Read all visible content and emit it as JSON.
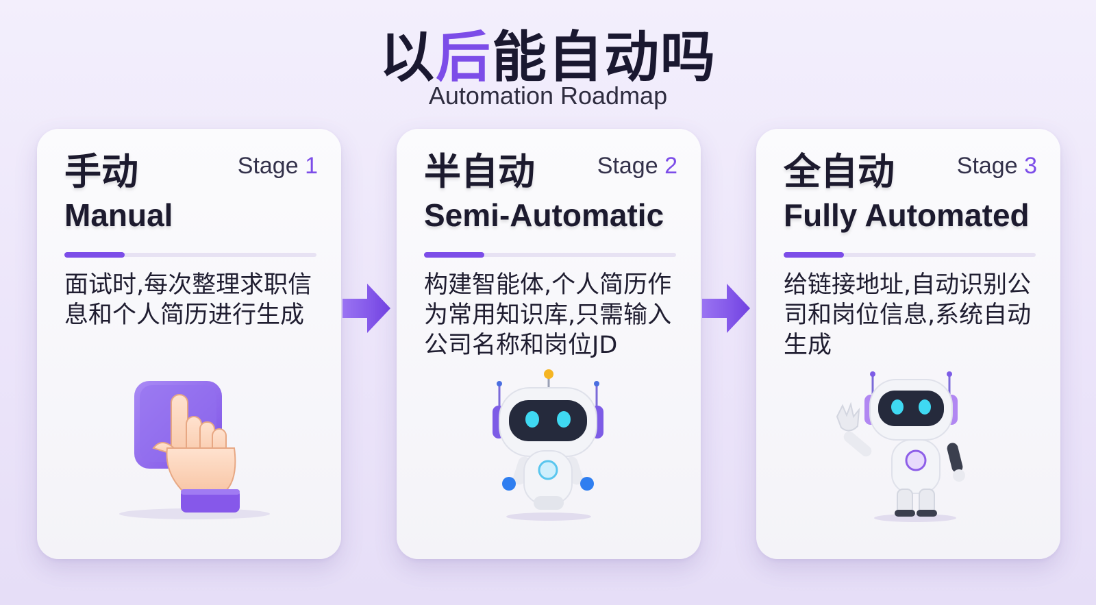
{
  "header": {
    "title_part1": "以",
    "title_highlight": "后",
    "title_part2": "能自动吗",
    "subtitle": "Automation Roadmap"
  },
  "colors": {
    "accent": "#7c4de8",
    "text": "#1c1a2e",
    "card": "#f8f7fb",
    "background": "#efe9fb"
  },
  "stages": [
    {
      "stage_label": "Stage",
      "stage_number": "1",
      "cn_title": "手动",
      "en_title": "Manual",
      "description": "面试时,每次整理求职信息和个人简历进行生成",
      "icon": "hand-pressing-button-icon"
    },
    {
      "stage_label": "Stage",
      "stage_number": "2",
      "cn_title": "半自动",
      "en_title": "Semi-Automatic",
      "description": "构建智能体,个人简历作为常用知识库,只需输入公司名称和岗位JD",
      "icon": "robot-icon"
    },
    {
      "stage_label": "Stage",
      "stage_number": "3",
      "cn_title": "全自动",
      "en_title": "Fully Automated",
      "description": "给链接地址,自动识别公司和岗位信息,系统自动生成",
      "icon": "waving-robot-icon"
    }
  ],
  "connectors": [
    "arrow-right-icon",
    "arrow-right-icon"
  ]
}
